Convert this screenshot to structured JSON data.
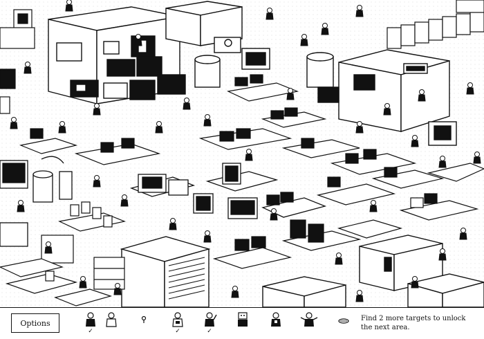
{
  "options_label": "Options",
  "hint_text": "Find 2 more targets to unlock the next area.",
  "ink_color": "#111111",
  "paper_color": "#ffffff",
  "targets": [
    {
      "name": "target-person-1",
      "found": true,
      "check": "✓"
    },
    {
      "name": "target-person-2",
      "found": false,
      "check": ""
    },
    {
      "name": "target-key",
      "found": false,
      "check": ""
    },
    {
      "name": "target-person-3",
      "found": true,
      "check": "✓"
    },
    {
      "name": "target-person-waving",
      "found": true,
      "check": "✓"
    },
    {
      "name": "target-robot",
      "found": false,
      "check": ""
    },
    {
      "name": "target-person-4",
      "found": false,
      "check": ""
    },
    {
      "name": "target-person-arms-out",
      "found": false,
      "check": ""
    },
    {
      "name": "target-item",
      "found": false,
      "check": ""
    }
  ]
}
